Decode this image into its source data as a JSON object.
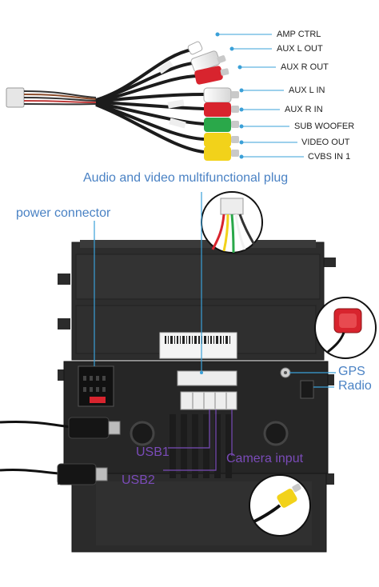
{
  "cable_labels": [
    "AMP CTRL",
    "AUX L OUT",
    "AUX R OUT",
    "AUX L IN",
    "AUX R IN",
    "SUB WOOFER",
    "VIDEO OUT",
    "CVBS IN 1"
  ],
  "plug_heading": "Audio and video multifunctional plug",
  "power_label": "power connector",
  "gps_label": "GPS",
  "radio_label": "Radio",
  "usb1_label": "USB1",
  "usb2_label": "USB2",
  "camera_label": "Camera input",
  "colors": {
    "blue_text": "#4a82c4",
    "purple_text": "#7a4bb8",
    "pointer_line": "#3aa0d8",
    "rca_white": "#f2f2f2",
    "rca_red": "#d8242e",
    "rca_green": "#2aa84a",
    "rca_yellow": "#f2d21a",
    "unit_body": "#2b2b2b"
  }
}
